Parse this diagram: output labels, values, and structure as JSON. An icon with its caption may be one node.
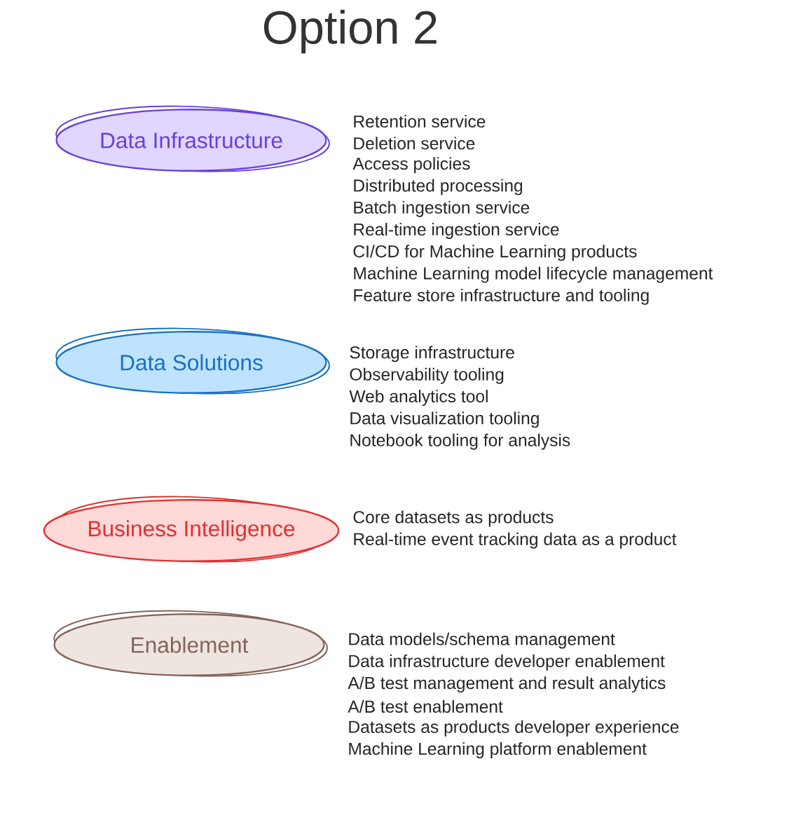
{
  "diagram": {
    "title": "Option 2",
    "nodes": [
      {
        "text": [
          "Data Infrastructure"
        ],
        "beside": [
          "Retention service",
          "Deletion service",
          "Access policies",
          "Distributed processing",
          "Batch ingestion service",
          "Real-time ingestion service",
          "CI/CD for Machine Learning products",
          "Machine Learning model lifecycle management",
          "Feature store infrastructure and tooling"
        ]
      },
      {
        "text": [
          "Data Solutions"
        ],
        "beside": [
          "Storage infrastructure",
          "Observability tooling",
          "Web analytics tool",
          "Data visualization tooling",
          "Notebook tooling for analysis"
        ]
      },
      {
        "text": [
          "Business Intelligence"
        ],
        "beside": [
          "Core datasets as products",
          "Real-time event tracking data as a product"
        ]
      },
      {
        "text": [
          "Enablement"
        ],
        "beside": [
          "Data models/schema management",
          "Data infrastructure developer enablement",
          "A/B test management and result analytics",
          "A/B test enablement",
          "Datasets as products developer experience",
          "Machine Learning platform enablement"
        ]
      }
    ],
    "edges": []
  }
}
